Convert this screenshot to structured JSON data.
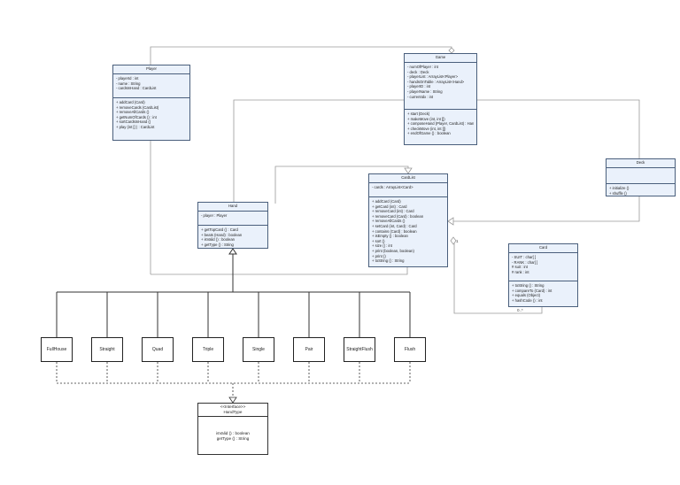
{
  "classes": {
    "player": {
      "name": "Player",
      "attributes": [
        "- playerId : int",
        "- name : String",
        "- cardsInHand : CardList"
      ],
      "operations": [
        "+ addCard (Card)",
        "+ removeCards (CardList)",
        "+ removeAllCards ()",
        "+ getNumOfCards () : int",
        "+ sortCardsInHand ()",
        "+ play (int [] ) : CardList"
      ]
    },
    "game": {
      "name": "Game",
      "attributes": [
        "- numOfPlayer : int",
        "- deck : Deck",
        "- playerList : ArrayList<Player>",
        "- handsOnTable : ArrayList<Hand>",
        "- playerID : int",
        "- playerName : String",
        "- currentIdx : int"
      ],
      "operations": [
        "+ start (Deck)",
        "+ makeMove (int, int [])",
        "+ composeHand (Player, CardList) : Hand",
        "+ checkMove (int, int [])",
        "+ endOfGame () : boolean"
      ]
    },
    "deck": {
      "name": "Deck",
      "attributes": [],
      "operations": [
        "+ initialize ()",
        "+ shuffle ()"
      ]
    },
    "cardlist": {
      "name": "CardList",
      "attributes": [
        "- cards : ArrayList<Card>"
      ],
      "operations": [
        "+ addCard (Card)",
        "+ getCard (int) : Card",
        "+ removeCard (int) : Card",
        "+ removeCard (Card) : boolean",
        "+ removeAllCards ()",
        "+ setCard (int, Card) : Card",
        "+ contains (Card) : boolean",
        "+ isEmpty () : boolean",
        "+ sort ()",
        "+ size () : int",
        "+ print (boolean, boolean)",
        "+ print ()",
        "+ toString () : String"
      ]
    },
    "hand": {
      "name": "Hand",
      "attributes": [
        "- player : Player"
      ],
      "operations": [
        "+ getTopCard () : Card",
        "+ beats (Hand) : boolean",
        "+ isValid () : boolean",
        "+ getType () : String"
      ]
    },
    "card": {
      "name": "Card",
      "attributes": [
        "- SUIT : char[ ]",
        "- RANK : char[ ]",
        "# suit : int",
        "# rank : int"
      ],
      "operations": [
        "+ toString () : String",
        "+ compareTo (Card) : int",
        "+ equals (Object)",
        "+ hashCode () : int"
      ]
    }
  },
  "subclasses": [
    "FullHouse",
    "Straight",
    "Quad",
    "Triple",
    "Single",
    "Pair",
    "StraightFlush",
    "Flush"
  ],
  "interface": {
    "stereotype": "<<Interface>>",
    "name": "HandType",
    "operations": [
      "isValid () : boolean",
      "getType () : String"
    ]
  },
  "multiplicities": {
    "cardlist_end": "1",
    "card_end": "0..*"
  }
}
